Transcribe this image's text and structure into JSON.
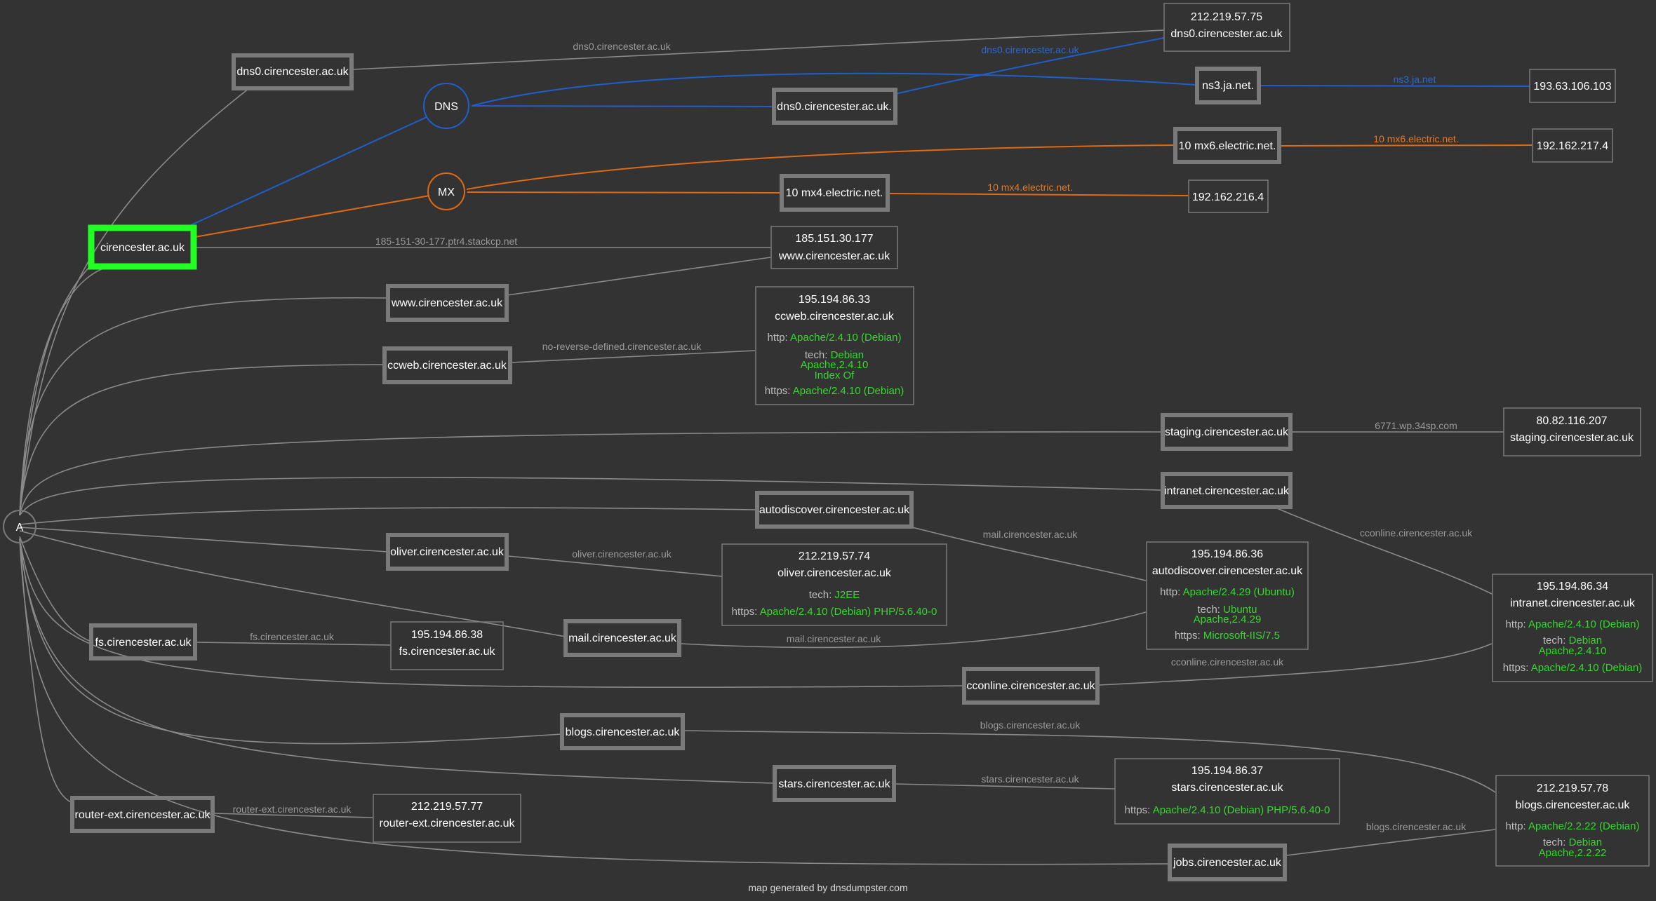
{
  "footer": "map generated by dnsdumpster.com",
  "root": {
    "label": "cirencester.ac.uk"
  },
  "hubs": {
    "dns": "DNS",
    "mx": "MX",
    "a": "A"
  },
  "hosts": {
    "dns0_left": "dns0.cirencester.ac.uk",
    "dns0_mid": "dns0.cirencester.ac.uk.",
    "ns3": "ns3.ja.net.",
    "mx6": "10 mx6.electric.net.",
    "mx4": "10 mx4.electric.net.",
    "www": "www.cirencester.ac.uk",
    "ccweb": "ccweb.cirencester.ac.uk",
    "staging": "staging.cirencester.ac.uk",
    "intranet": "intranet.cirencester.ac.uk",
    "autodiscover": "autodiscover.cirencester.ac.uk",
    "oliver": "oliver.cirencester.ac.uk",
    "fs": "fs.cirencester.ac.uk",
    "mail": "mail.cirencester.ac.uk",
    "cconline": "cconline.cirencester.ac.uk",
    "blogs": "blogs.cirencester.ac.uk",
    "stars": "stars.cirencester.ac.uk",
    "router": "router-ext.cirencester.ac.uk",
    "jobs": "jobs.cirencester.ac.uk"
  },
  "edge_labels": {
    "dns0_top": "dns0.cirencester.ac.uk",
    "dns0_blue": "dns0.cirencester.ac.uk",
    "ns3": "ns3.ja.net",
    "mx6": "10 mx6.electric.net.",
    "mx4": "10 mx4.electric.net.",
    "ptr": "185-151-30-177.ptr4.stackcp.net",
    "ccweb": "no-reverse-defined.cirencester.ac.uk",
    "staging": "6771.wp.34sp.com",
    "mail_top": "mail.cirencester.ac.uk",
    "cconline_top": "cconline.cirencester.ac.uk",
    "oliver": "oliver.cirencester.ac.uk",
    "fs": "fs.cirencester.ac.uk",
    "mail_bottom": "mail.cirencester.ac.uk",
    "cconline_bottom": "cconline.cirencester.ac.uk",
    "blogs_top": "blogs.cirencester.ac.uk",
    "stars": "stars.cirencester.ac.uk",
    "router": "router-ext.cirencester.ac.uk",
    "blogs_bottom": "blogs.cirencester.ac.uk"
  },
  "ips": {
    "dns0": {
      "ip": "212.219.57.75",
      "host": "dns0.cirencester.ac.uk"
    },
    "ns3": {
      "ip": "193.63.106.103"
    },
    "mx6": {
      "ip": "192.162.217.4"
    },
    "mx4": {
      "ip": "192.162.216.4"
    },
    "www": {
      "ip": "185.151.30.177",
      "host": "www.cirencester.ac.uk"
    },
    "ccweb": {
      "ip": "195.194.86.33",
      "host": "ccweb.cirencester.ac.uk",
      "http_key": "http:",
      "http": "Apache/2.4.10 (Debian)",
      "tech_key": "tech:",
      "tech": [
        "Debian",
        "Apache,2.4.10",
        "Index Of"
      ],
      "https_key": "https:",
      "https": "Apache/2.4.10 (Debian)"
    },
    "staging": {
      "ip": "80.82.116.207",
      "host": "staging.cirencester.ac.uk"
    },
    "oliver": {
      "ip": "212.219.57.74",
      "host": "oliver.cirencester.ac.uk",
      "tech_key": "tech:",
      "tech": "J2EE",
      "https_key": "https:",
      "https": "Apache/2.4.10 (Debian) PHP/5.6.40-0"
    },
    "autodiscover": {
      "ip": "195.194.86.36",
      "host": "autodiscover.cirencester.ac.uk",
      "http_key": "http:",
      "http": "Apache/2.4.29 (Ubuntu)",
      "tech_key": "tech:",
      "tech": [
        "Ubuntu",
        "Apache,2.4.29"
      ],
      "https_key": "https:",
      "https": "Microsoft-IIS/7.5"
    },
    "intranet": {
      "ip": "195.194.86.34",
      "host": "intranet.cirencester.ac.uk",
      "http_key": "http:",
      "http": "Apache/2.4.10 (Debian)",
      "tech_key": "tech:",
      "tech": [
        "Debian",
        "Apache,2.4.10"
      ],
      "https_key": "https:",
      "https": "Apache/2.4.10 (Debian)"
    },
    "fs": {
      "ip": "195.194.86.38",
      "host": "fs.cirencester.ac.uk"
    },
    "stars": {
      "ip": "195.194.86.37",
      "host": "stars.cirencester.ac.uk",
      "https_key": "https:",
      "https": "Apache/2.4.10 (Debian) PHP/5.6.40-0"
    },
    "router": {
      "ip": "212.219.57.77",
      "host": "router-ext.cirencester.ac.uk"
    },
    "blogs": {
      "ip": "212.219.57.78",
      "host": "blogs.cirencester.ac.uk",
      "http_key": "http:",
      "http": "Apache/2.2.22 (Debian)",
      "tech_key": "tech:",
      "tech": [
        "Debian",
        "Apache,2.2.22"
      ]
    }
  },
  "colors": {
    "background": "#333333",
    "root_border": "#22ff22",
    "dns_edge": "#1f5fcc",
    "mx_edge": "#e06a12",
    "tech_value": "#35d82e"
  }
}
